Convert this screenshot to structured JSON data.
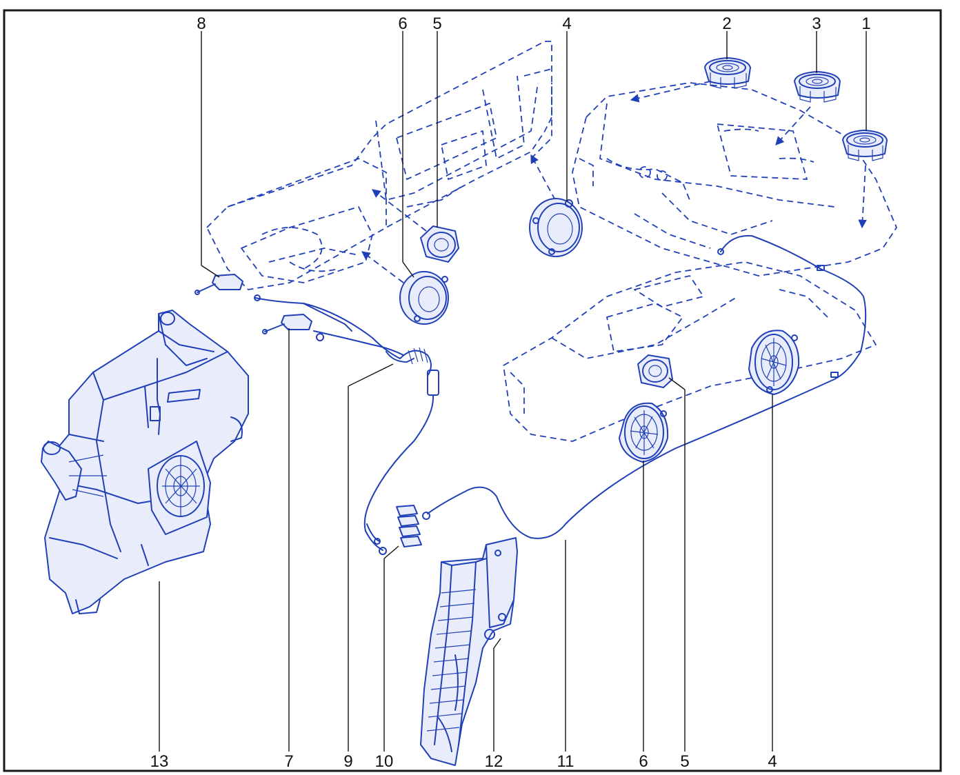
{
  "colors": {
    "line_art": "#1f3fb8",
    "line_art_light": "#e9edfb",
    "label": "#111111",
    "frame": "#1a1a1a",
    "background": "#ffffff"
  },
  "callouts": {
    "c1": "1",
    "c2": "2",
    "c3": "3",
    "c4_top": "4",
    "c5_top": "5",
    "c6_top": "6",
    "c8": "8",
    "c13": "13",
    "c7": "7",
    "c9": "9",
    "c10": "10",
    "c12": "12",
    "c11": "11",
    "c6_bottom": "6",
    "c5_bottom": "5",
    "c4_bottom": "4"
  }
}
